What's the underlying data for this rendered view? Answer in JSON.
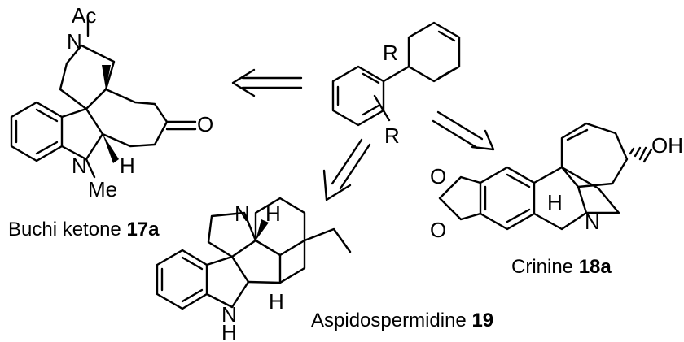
{
  "scheme": {
    "center": {
      "sub_top": "R",
      "sub_ring": "R"
    },
    "buchi": {
      "atoms": {
        "acyl": "Ac",
        "amide_n": "N",
        "oxygen": "O",
        "indoline_n": "N",
        "methyl": "Me",
        "hydrogen": "H"
      },
      "caption_name": "Buchi ketone",
      "caption_number": "17a"
    },
    "crinine": {
      "atoms": {
        "hydroxyl": "OH",
        "hydrogen": "H",
        "nitrogen": "N",
        "oxygen_a": "O",
        "oxygen_b": "O"
      },
      "caption_name": "Crinine",
      "caption_number": "18a"
    },
    "aspido": {
      "atoms": {
        "nitrogen": "N",
        "hydrogen_top": "H",
        "indoline_n": "N",
        "nh": "H",
        "hydrogen_low": "H"
      },
      "caption_name": "Aspidospermidine",
      "caption_number": "19"
    }
  }
}
